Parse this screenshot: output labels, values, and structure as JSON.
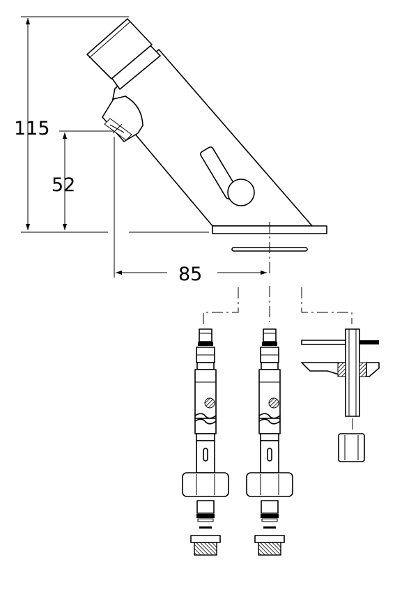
{
  "dimensions": {
    "total_height": "115",
    "spout_height": "52",
    "spout_reach": "85"
  }
}
